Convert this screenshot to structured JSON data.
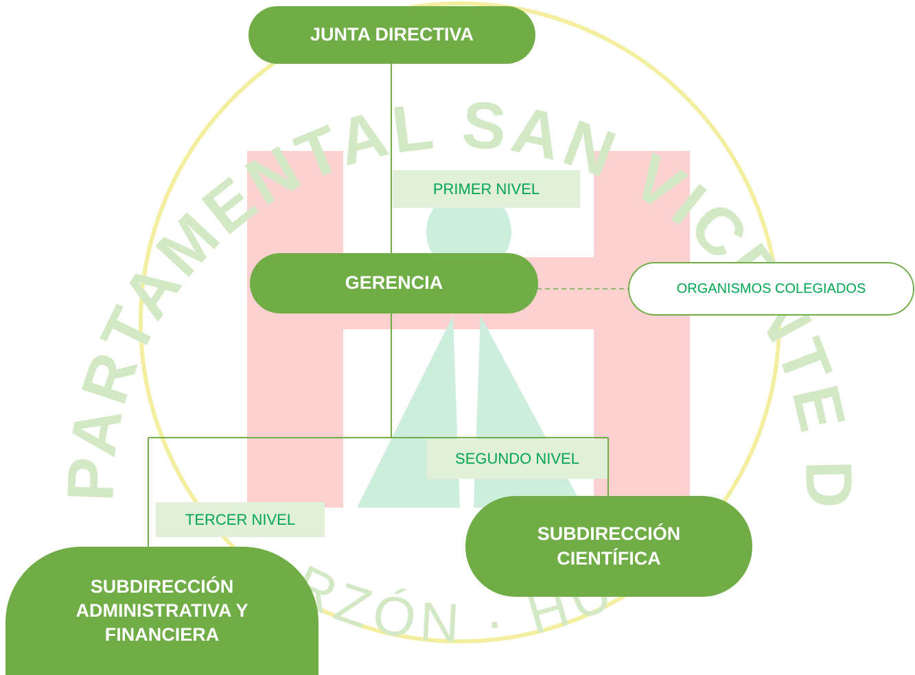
{
  "watermark": {
    "ring_text_top": "HOSPITAL DEPARTAMENTAL SAN VICENTE DE PAÚL E.S.E",
    "ring_text_bottom": "GARZÓN · HUILA",
    "colors": {
      "h_letter": "#fbd0d0",
      "figure": "#cdeedd",
      "ring": "#f4efa0",
      "text": "#d3e9c6"
    }
  },
  "org_chart": {
    "nodes": {
      "junta": "JUNTA DIRECTIVA",
      "gerencia": "GERENCIA",
      "sub_cientifica": [
        "SUBDIRECCIÓN",
        "CIENTÍFICA"
      ],
      "sub_administrativa": [
        "SUBDIRECCIÓN",
        "ADMINISTRATIVA Y",
        "FINANCIERA"
      ]
    },
    "advisory": "ORGANISMOS COLEGIADOS",
    "levels": {
      "primer": "PRIMER NIVEL",
      "segundo": "SEGUNDO NIVEL",
      "tercer": "TERCER NIVEL"
    }
  },
  "colors": {
    "node_fill": "#70ad47",
    "node_text": "#ffffff",
    "level_fill": "#e2efd9",
    "level_text": "#00a650",
    "connector": "#70ad47"
  }
}
